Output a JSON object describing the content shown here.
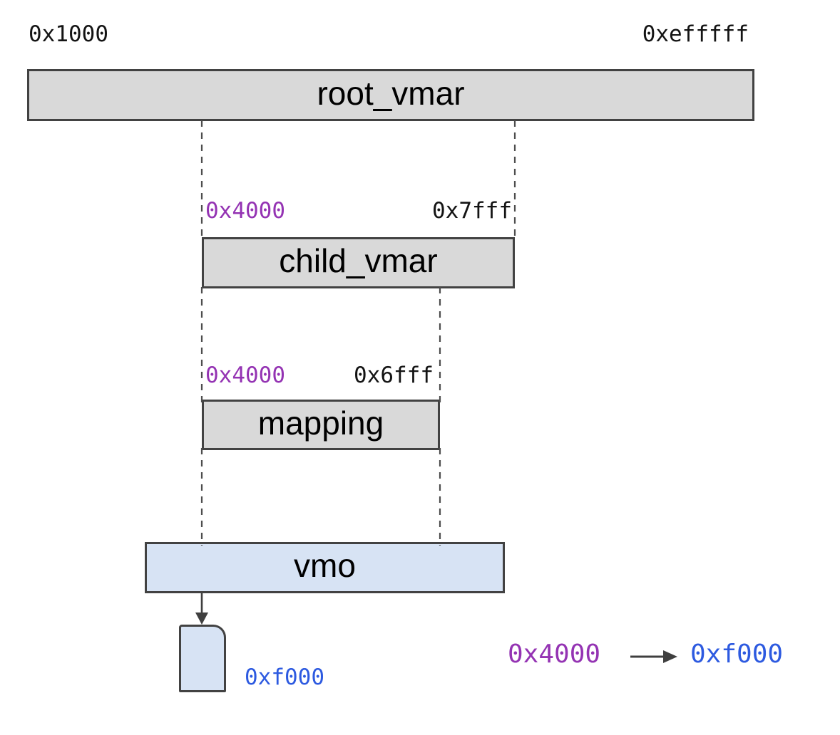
{
  "labels": {
    "space_start": "0x1000",
    "space_end": "0xefffff",
    "root_vmar": "root_vmar",
    "child_vmar": "child_vmar",
    "child_start": "0x4000",
    "child_end": "0x7fff",
    "mapping": "mapping",
    "mapping_start": "0x4000",
    "mapping_end": "0x6fff",
    "vmo": "vmo",
    "page_addr": "0xf000",
    "map_from": "0x4000",
    "map_to": "0xf000"
  },
  "colors": {
    "background": "#ffffff",
    "region_fill": "#d9d9d9",
    "vmo_fill": "#d7e3f4",
    "border": "#424242",
    "guide_line": "#4d4d4d",
    "arrow": "#3f3f3f",
    "text": "#141414",
    "offset_text": "#9433b3",
    "object_addr_text": "#2d5ae0"
  }
}
